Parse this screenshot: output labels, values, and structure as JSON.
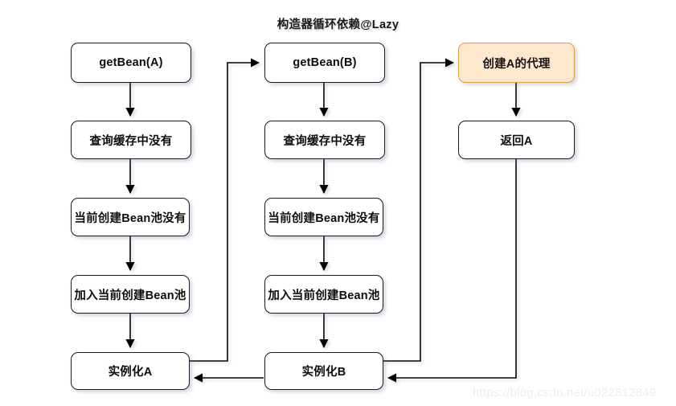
{
  "diagram": {
    "title": "构造器循环依赖@Lazy",
    "watermark": "https://blog.csdn.net/u022812849",
    "colors": {
      "background": "#ffffff",
      "node_stroke": "#1a1a1a",
      "node_fill": "#ffffff",
      "highlight_stroke": "#d6a243",
      "highlight_fill": "#ffe7cd",
      "edge_stroke": "#000000",
      "watermark": "#eceef3"
    },
    "columns": [
      {
        "name": "column-a",
        "nodes": [
          {
            "id": "getbean-a",
            "label": "getBean(A)",
            "highlight": false
          },
          {
            "id": "cache-miss-a",
            "label": "查询缓存中没有",
            "highlight": false
          },
          {
            "id": "creating-pool-miss-a",
            "label": "当前创建Bean池没有",
            "highlight": false
          },
          {
            "id": "add-creating-pool-a",
            "label": "加入当前创建Bean池",
            "highlight": false
          },
          {
            "id": "instantiate-a",
            "label": "实例化A",
            "highlight": false
          }
        ]
      },
      {
        "name": "column-b",
        "nodes": [
          {
            "id": "getbean-b",
            "label": "getBean(B)",
            "highlight": false
          },
          {
            "id": "cache-miss-b",
            "label": "查询缓存中没有",
            "highlight": false
          },
          {
            "id": "creating-pool-miss-b",
            "label": "当前创建Bean池没有",
            "highlight": false
          },
          {
            "id": "add-creating-pool-b",
            "label": "加入当前创建Bean池",
            "highlight": false
          },
          {
            "id": "instantiate-b",
            "label": "实例化B",
            "highlight": false
          }
        ]
      },
      {
        "name": "column-proxy",
        "nodes": [
          {
            "id": "create-proxy-a",
            "label": "创建A的代理",
            "highlight": true
          },
          {
            "id": "return-a",
            "label": "返回A",
            "highlight": false
          }
        ]
      }
    ],
    "edges": [
      {
        "id": "edge-getbean-a-to-cache-miss-a",
        "from": "getbean-a",
        "to": "cache-miss-a",
        "kind": "vertical"
      },
      {
        "id": "edge-cache-miss-a-to-pool-miss-a",
        "from": "cache-miss-a",
        "to": "creating-pool-miss-a",
        "kind": "vertical"
      },
      {
        "id": "edge-pool-miss-a-to-add-pool-a",
        "from": "creating-pool-miss-a",
        "to": "add-creating-pool-a",
        "kind": "vertical"
      },
      {
        "id": "edge-add-pool-a-to-instantiate-a",
        "from": "add-creating-pool-a",
        "to": "instantiate-a",
        "kind": "vertical"
      },
      {
        "id": "edge-instantiate-a-to-getbean-b",
        "from": "instantiate-a",
        "to": "getbean-b",
        "kind": "elbow"
      },
      {
        "id": "edge-getbean-b-to-cache-miss-b",
        "from": "getbean-b",
        "to": "cache-miss-b",
        "kind": "vertical"
      },
      {
        "id": "edge-cache-miss-b-to-pool-miss-b",
        "from": "cache-miss-b",
        "to": "creating-pool-miss-b",
        "kind": "vertical"
      },
      {
        "id": "edge-pool-miss-b-to-add-pool-b",
        "from": "creating-pool-miss-b",
        "to": "add-creating-pool-b",
        "kind": "vertical"
      },
      {
        "id": "edge-add-pool-b-to-instantiate-b",
        "from": "add-creating-pool-b",
        "to": "instantiate-b",
        "kind": "vertical"
      },
      {
        "id": "edge-instantiate-b-to-create-proxy-a",
        "from": "instantiate-b",
        "to": "create-proxy-a",
        "kind": "elbow"
      },
      {
        "id": "edge-create-proxy-a-to-return-a",
        "from": "create-proxy-a",
        "to": "return-a",
        "kind": "vertical"
      },
      {
        "id": "edge-return-a-to-instantiate-b",
        "from": "return-a",
        "to": "instantiate-b",
        "kind": "elbow"
      },
      {
        "id": "edge-instantiate-b-to-instantiate-a",
        "from": "instantiate-b",
        "to": "instantiate-a",
        "kind": "horizontal"
      }
    ]
  }
}
